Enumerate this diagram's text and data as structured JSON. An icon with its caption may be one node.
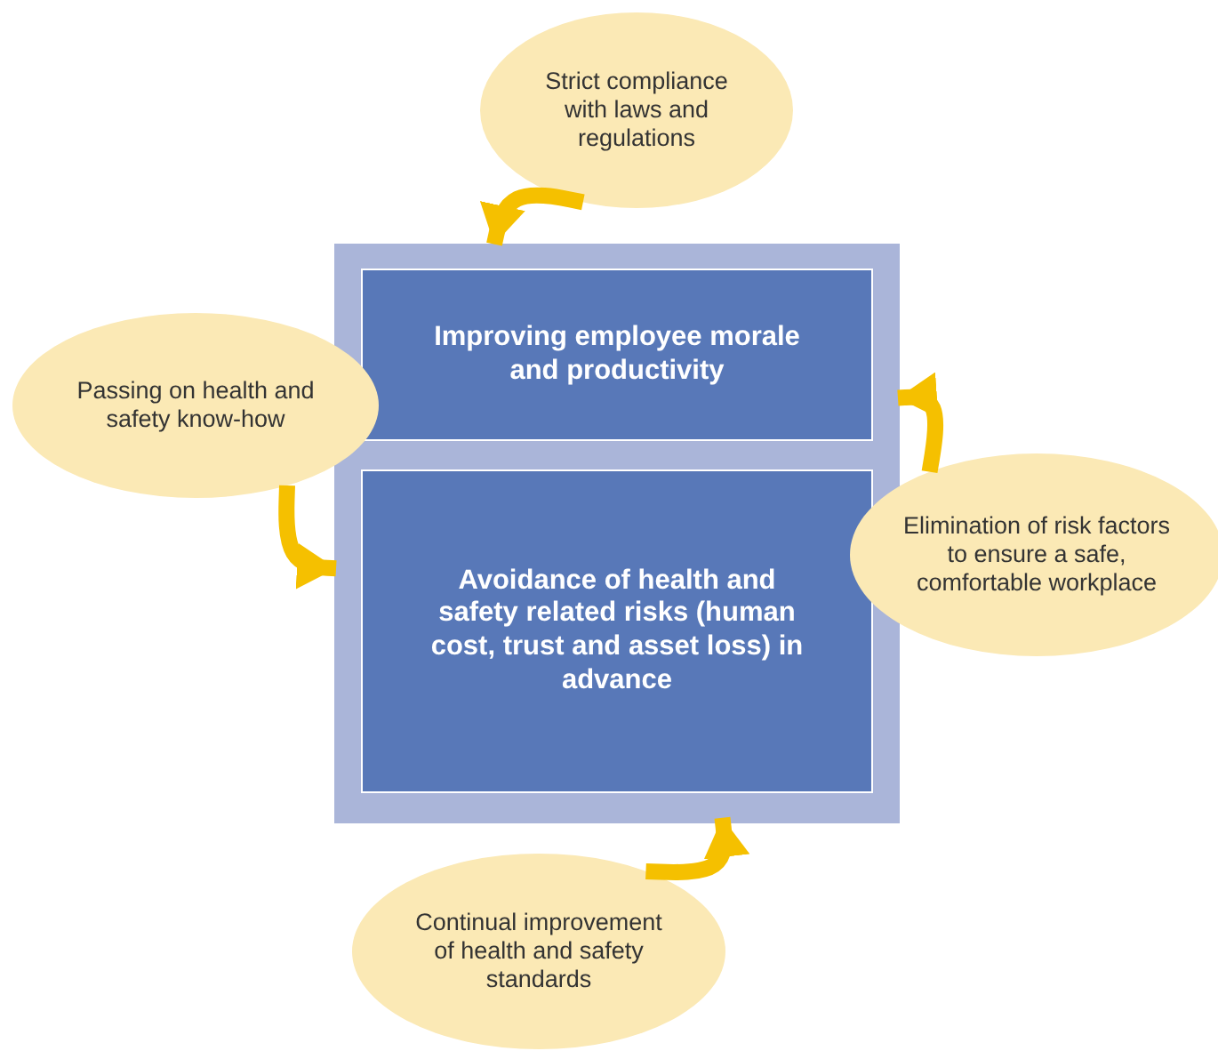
{
  "diagram": {
    "nodes": [
      {
        "text": [
          "Strict compliance with laws and regulations"
        ]
      },
      {
        "text": [],
        "shape": "box"
      },
      {
        "text": [
          "Improving employee morale and productivity"
        ],
        "in": 1
      },
      {
        "text": [
          "Passing on health and safety know-how"
        ]
      },
      {
        "text": [
          "Avoidance of health and safety related risks (human cost, trust and asset loss) in advance"
        ],
        "in": 1
      },
      {
        "text": [
          "Elimination of risk factors to ensure a safe, comfortable workplace"
        ]
      },
      {
        "text": [
          "Continual improvement of health and safety standards"
        ]
      }
    ],
    "edges": [
      {
        "from": 0,
        "to": 2,
        "arrow": "to"
      },
      {
        "from": 3,
        "to": 4,
        "arrow": "to"
      },
      {
        "from": 5,
        "to": 2,
        "arrow": "to"
      },
      {
        "from": 6,
        "to": 4,
        "arrow": "to"
      }
    ]
  }
}
